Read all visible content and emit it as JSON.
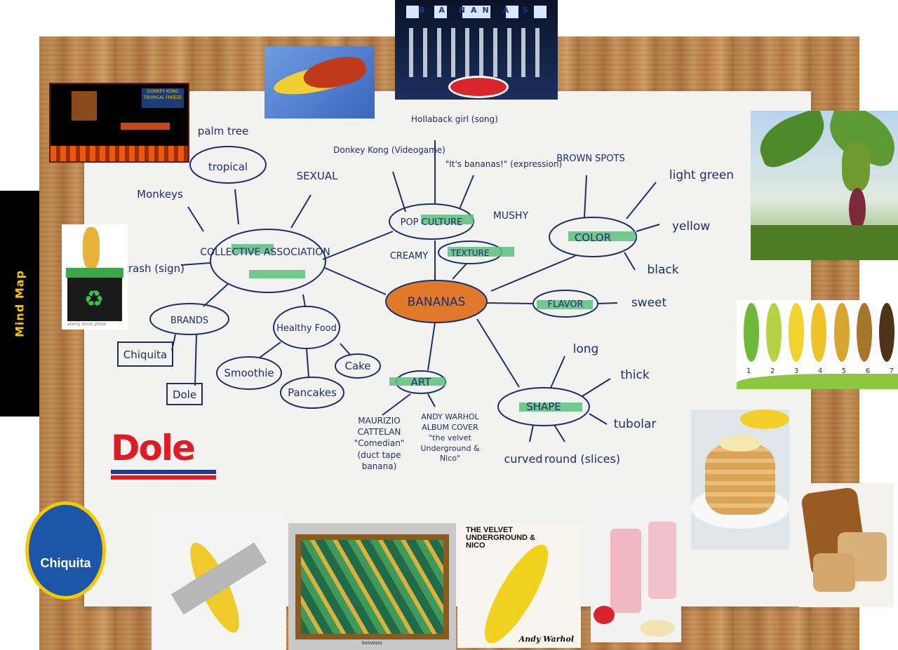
{
  "sidebar": {
    "title": "Mind Map"
  },
  "center": {
    "label": "BANANAS"
  },
  "branches": {
    "collective": {
      "label": "COLLECTIVE ASSOCIATION",
      "leaves": [
        "palm tree",
        "tropical",
        "Monkeys",
        "SEXUAL",
        "trash (sign)"
      ]
    },
    "brands": {
      "label": "BRANDS",
      "leaves": [
        "Chiquita",
        "Dole"
      ]
    },
    "healthy": {
      "label": "Healthy Food",
      "leaves": [
        "Smoothie",
        "Pancakes",
        "Cake"
      ]
    },
    "pop": {
      "label": "POP CULTURE",
      "leaves": [
        "Donkey Kong (Videogame)",
        "Hollaback girl (song)",
        "\"It's bananas!\" (expression)"
      ]
    },
    "texture": {
      "label": "TEXTURE",
      "leaves": [
        "CREAMY",
        "MUSHY"
      ]
    },
    "color": {
      "label": "COLOR",
      "leaves": [
        "BROWN SPOTS",
        "light green",
        "yellow",
        "black"
      ]
    },
    "flavor": {
      "label": "FLAVOR",
      "leaves": [
        "sweet"
      ]
    },
    "art": {
      "label": "ART",
      "leaves": [
        "MAURIZIO CATTELAN \"Comedian\" (duct tape banana)",
        "ANDY WARHOL ALBUM COVER \"the velvet Underground & Nico\""
      ]
    },
    "shape": {
      "label": "SHAPE",
      "leaves": [
        "long",
        "thick",
        "tubolar",
        "round (slices)",
        "curved"
      ]
    }
  },
  "images": {
    "cheer_banner": "B A NAN A S",
    "game_title": "DONKEY KONG TROPICAL FREEZE",
    "dole_logo": "Dole",
    "chiquita_logo": "Chiquita",
    "trash_caption": "alamy stock photo",
    "ripeness_scale": [
      "1",
      "2",
      "3",
      "4",
      "5",
      "6",
      "7"
    ],
    "album_title": "THE VELVET UNDERGROUND & NICO",
    "album_artist": "Andy Warhol",
    "painting_caption": "BANANAS"
  },
  "colors": {
    "highlight": "#5fbf7f",
    "ink": "#1f2d6b",
    "orange": "#e8801f",
    "dole_red": "#e01b24",
    "dole_blue": "#1d3c8f",
    "chiquita_blue": "#1b56a8",
    "chiquita_yellow": "#f5c800"
  }
}
